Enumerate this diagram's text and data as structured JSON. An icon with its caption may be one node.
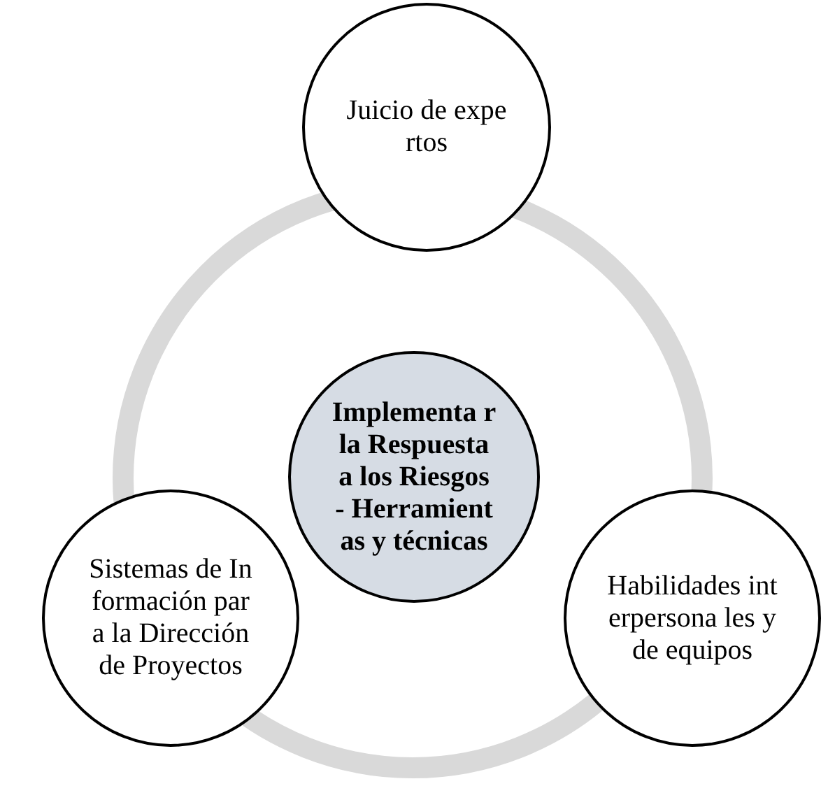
{
  "diagram": {
    "nodes": [
      {
        "text": [
          "Juicio de expertos"
        ]
      },
      {
        "text": [
          "Implementa r la Respuesta a los Riesgos - Herramient as y técnicas"
        ]
      },
      {
        "text": [
          "Sistemas de Información para la Dirección de Proyectos"
        ]
      },
      {
        "text": [
          "Habilidades interpersona les y de equipos"
        ]
      }
    ]
  }
}
